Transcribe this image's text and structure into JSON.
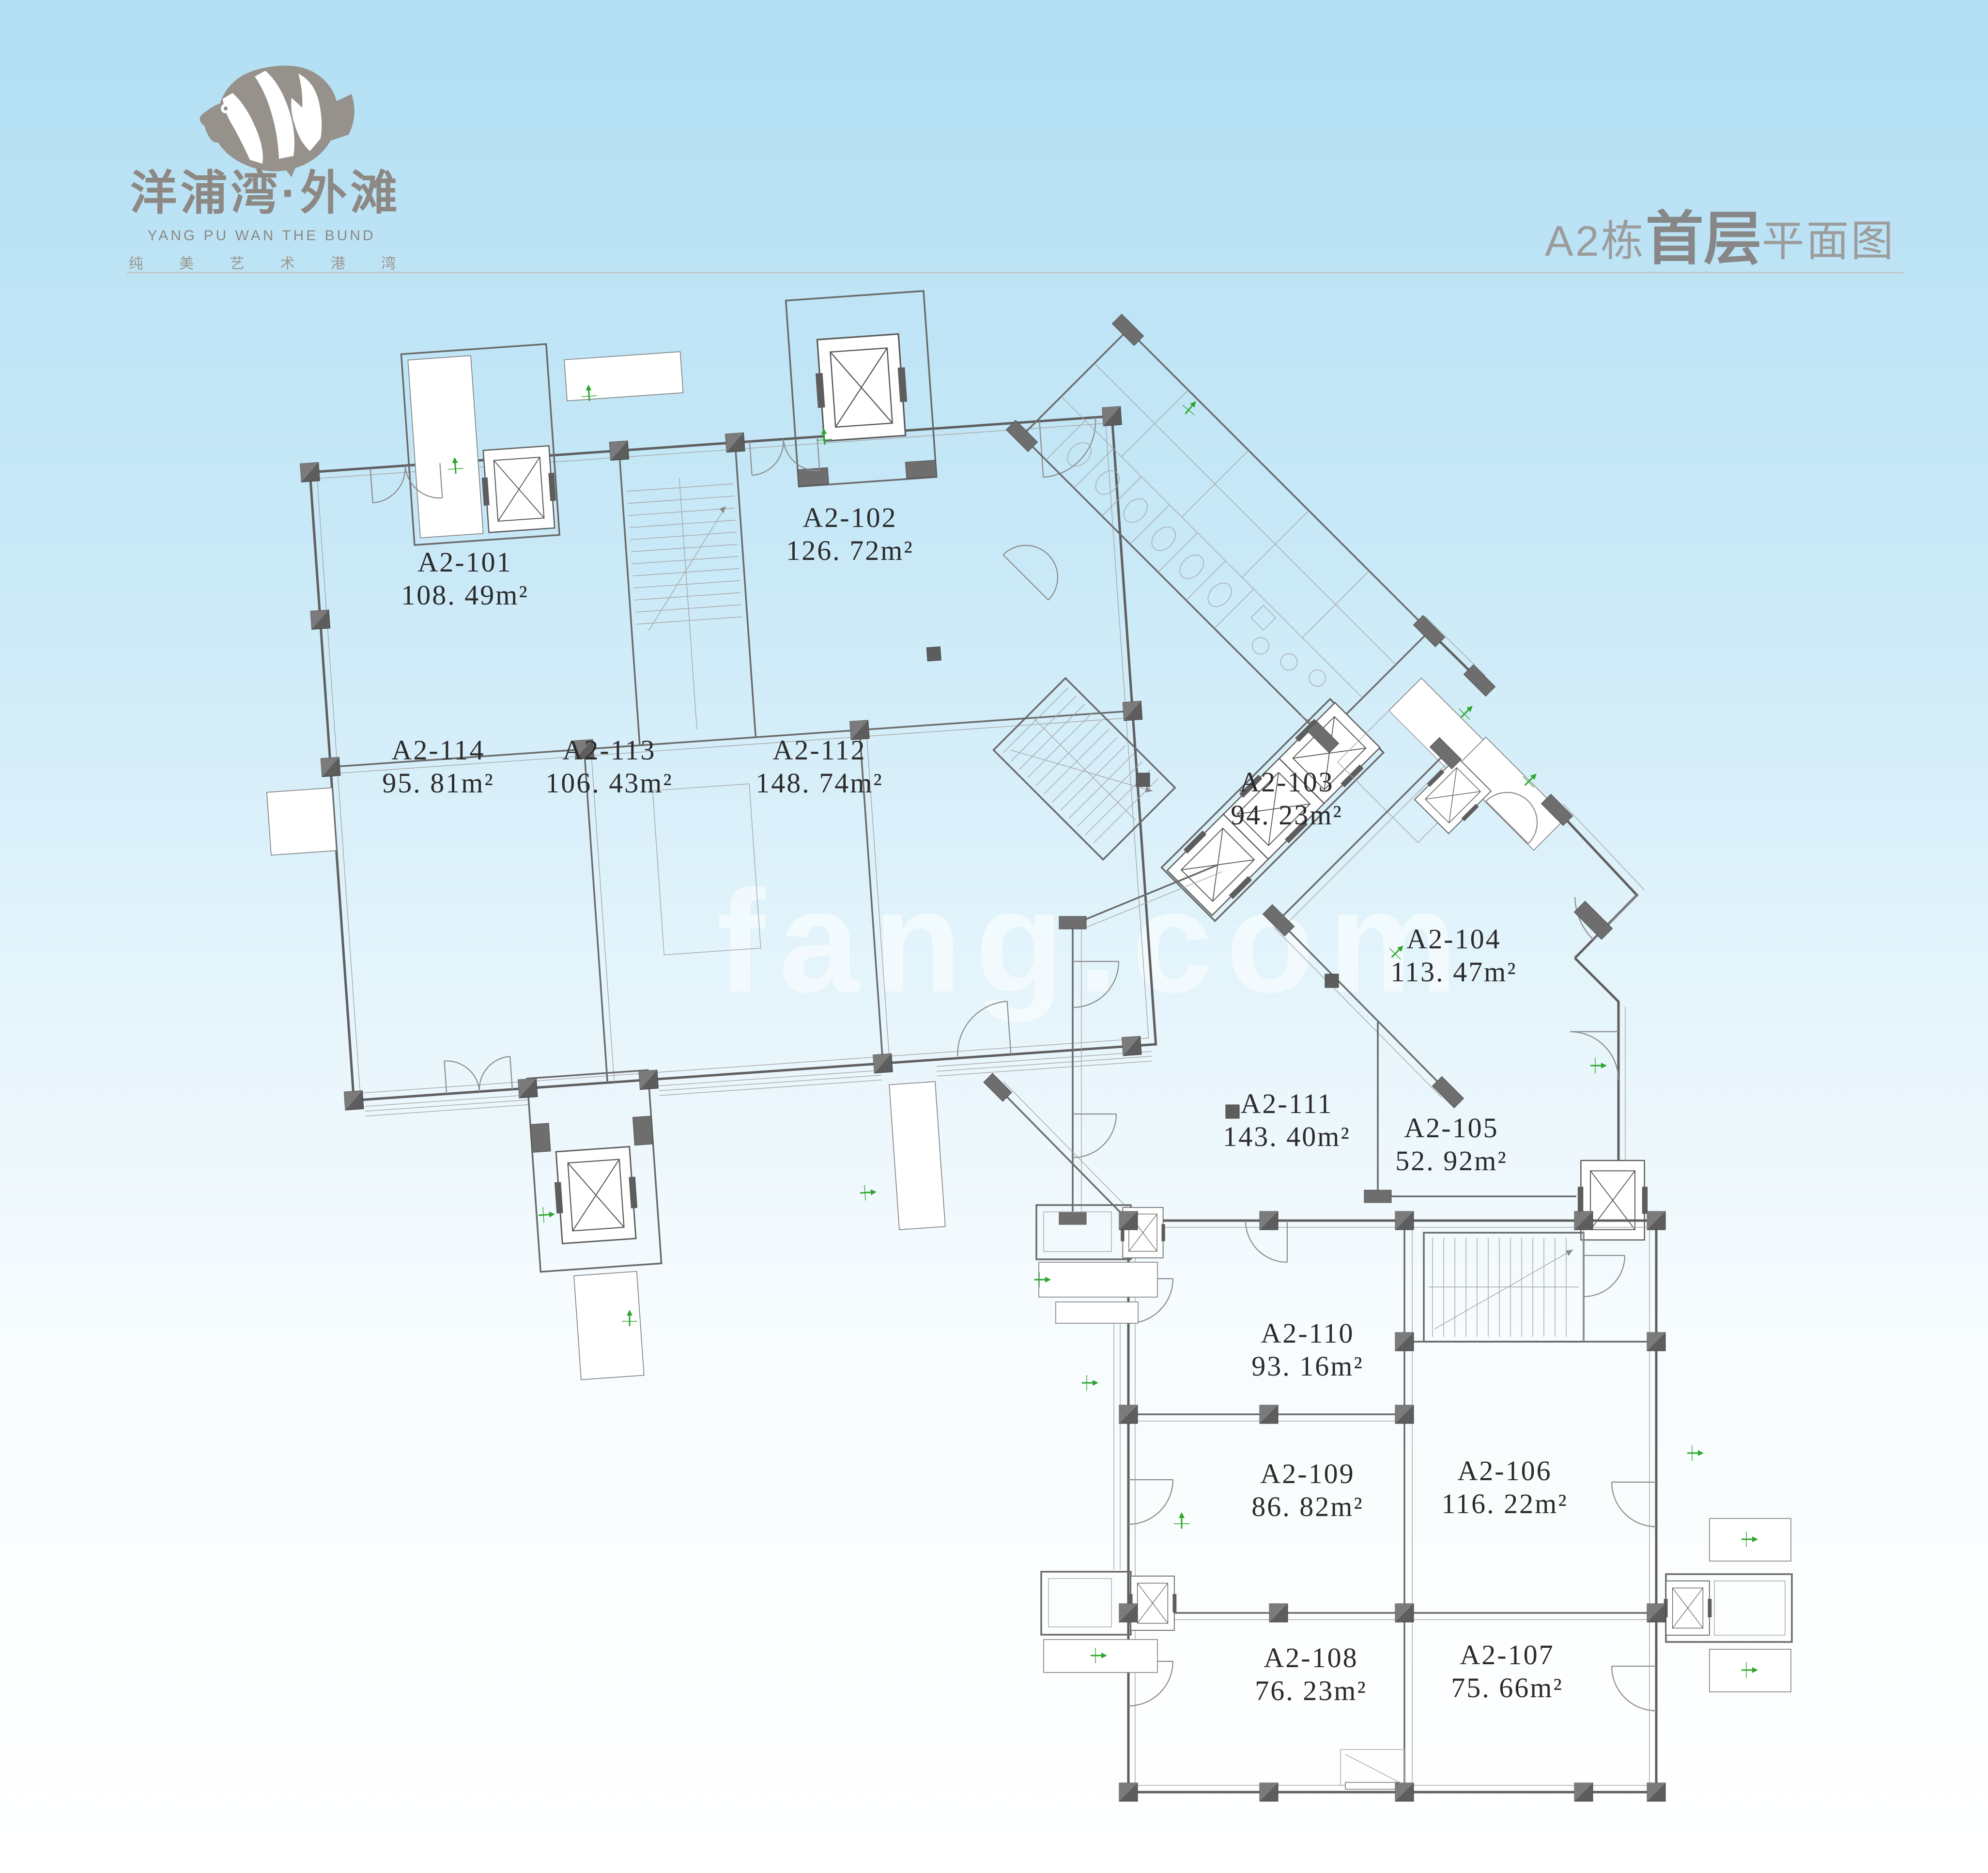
{
  "logo": {
    "name_cn": "洋浦湾·外滩",
    "name_en": "YANG PU WAN THE BUND",
    "slogan_cn": "纯 美 艺 术 港 湾"
  },
  "title": {
    "building": "A2栋",
    "floor": "首层",
    "suffix": "平面图"
  },
  "watermark": "fang.com",
  "units": [
    {
      "id": "A2-101",
      "area": "108. 49m²"
    },
    {
      "id": "A2-102",
      "area": "126. 72m²"
    },
    {
      "id": "A2-103",
      "area": "94. 23m²"
    },
    {
      "id": "A2-104",
      "area": "113. 47m²"
    },
    {
      "id": "A2-105",
      "area": "52. 92m²"
    },
    {
      "id": "A2-106",
      "area": "116. 22m²"
    },
    {
      "id": "A2-107",
      "area": "75. 66m²"
    },
    {
      "id": "A2-108",
      "area": "76. 23m²"
    },
    {
      "id": "A2-109",
      "area": "86. 82m²"
    },
    {
      "id": "A2-110",
      "area": "93. 16m²"
    },
    {
      "id": "A2-111",
      "area": "143. 40m²"
    },
    {
      "id": "A2-112",
      "area": "148. 74m²"
    },
    {
      "id": "A2-113",
      "area": "106. 43m²"
    },
    {
      "id": "A2-114",
      "area": "95. 81m²"
    }
  ],
  "colors": {
    "background_top": "#b2dff3",
    "background_bottom": "#ffffff",
    "wall_line": "#6a6a6a",
    "label_text": "#2b2b2b",
    "logo_gray": "#8d8883",
    "tick_green": "#2ea52e"
  }
}
